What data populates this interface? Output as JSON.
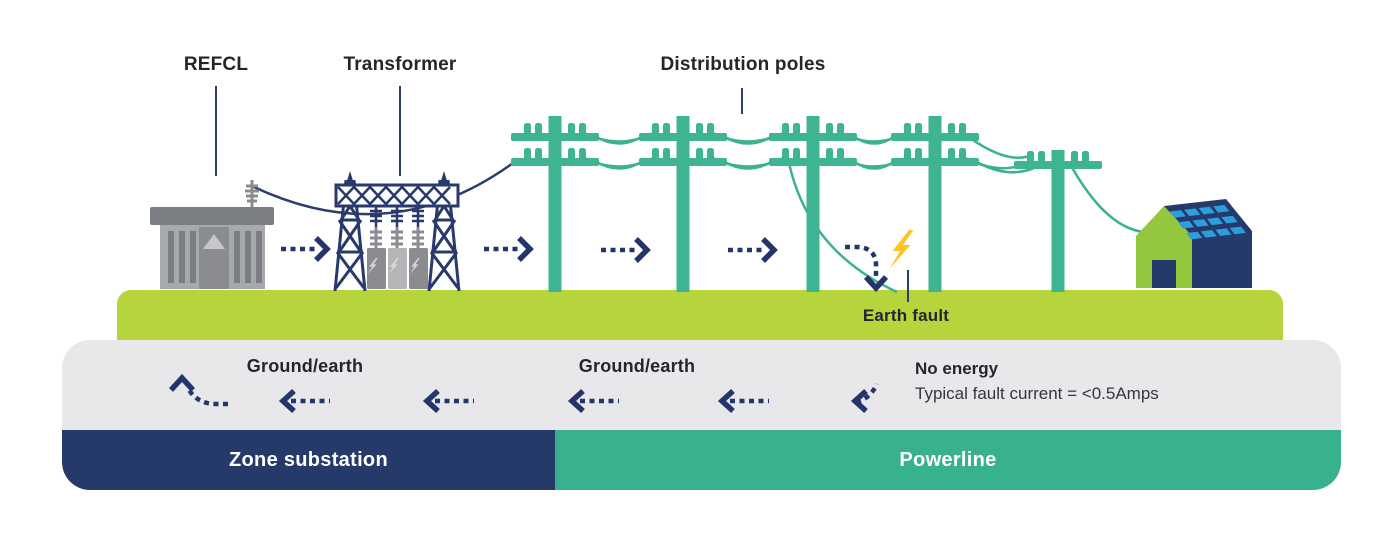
{
  "title": "REFCL earth fault protection diagram",
  "labels": {
    "refcl": "REFCL",
    "transformer": "Transformer",
    "distribution_poles": "Distribution poles",
    "earth_fault": "Earth fault"
  },
  "ground_band": {
    "ground_earth_left": "Ground/earth",
    "ground_earth_right": "Ground/earth",
    "no_energy_title": "No energy",
    "no_energy_detail": "Typical fault current = <0.5Amps"
  },
  "zone_bars": {
    "zone_substation": "Zone substation",
    "powerline": "Powerline"
  },
  "icons": [
    "substation-building-icon",
    "transformer-gantry-icon",
    "distribution-pole-icon",
    "house-solar-icon",
    "lightning-bolt-icon",
    "power-flow-arrow-icon",
    "ground-return-arrow-icon"
  ],
  "colors": {
    "navy": "#263a69",
    "teal": "#3bb291",
    "ground_green": "#b6d43c",
    "house_green": "#93c83e",
    "gray_band": "#e8e8ea",
    "dark_text": "#24262e",
    "bolt_yellow": "#ffc527",
    "solar_blue": "#2d9edb",
    "building_gray": "#a7a9ac",
    "building_gray_dark": "#7b7e82",
    "white": "#ffffff"
  }
}
